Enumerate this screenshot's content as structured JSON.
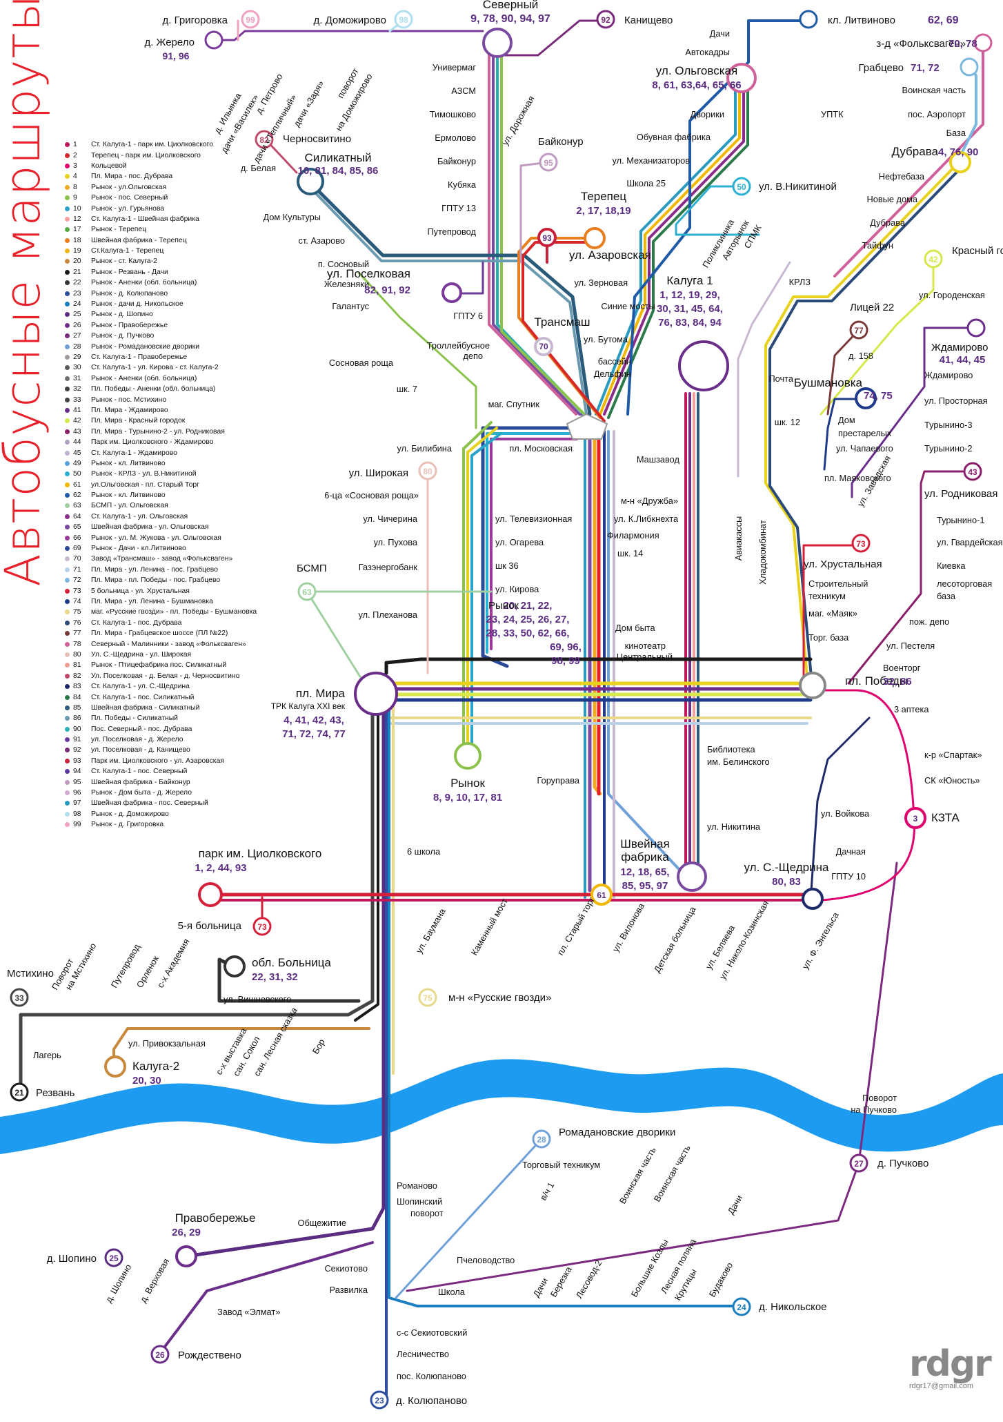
{
  "title": "Автобусные маршруты Калуги",
  "legend": [
    {
      "n": "1",
      "c": "#c2185b",
      "d": "Ст. Калуга-1 - парк им. Циолковского"
    },
    {
      "n": "2",
      "c": "#d62728",
      "d": "Терепец - парк им. Циолковского"
    },
    {
      "n": "3",
      "c": "#e0006e",
      "d": "Кольцевой"
    },
    {
      "n": "4",
      "c": "#e8d21e",
      "d": "Пл. Мира - пос. Дубрава"
    },
    {
      "n": "8",
      "c": "#f0a81e",
      "d": "Рынок - ул.Ольговская"
    },
    {
      "n": "9",
      "c": "#8bc34a",
      "d": "Рынок - пос. Северный"
    },
    {
      "n": "10",
      "c": "#2aa3c9",
      "d": "Рынок - ул. Гурьянова"
    },
    {
      "n": "12",
      "c": "#f2a0a0",
      "d": "Ст. Калуга-1 - Швейная фабрика"
    },
    {
      "n": "17",
      "c": "#56a845",
      "d": "Рынок - Терепец"
    },
    {
      "n": "18",
      "c": "#e87e1e",
      "d": "Швейная фабрика - Терепец"
    },
    {
      "n": "19",
      "c": "#f2b61c",
      "d": "Ст.Калуга-1 - Терепец"
    },
    {
      "n": "20",
      "c": "#c8893c",
      "d": "Рынок - ст. Калуга-2"
    },
    {
      "n": "21",
      "c": "#1a1a1a",
      "d": "Рынок - Резвань - Дачи"
    },
    {
      "n": "22",
      "c": "#333333",
      "d": "Рынок - Аненки (обл. больница)"
    },
    {
      "n": "23",
      "c": "#2b4ea0",
      "d": "Рынок - д. Колюпаново"
    },
    {
      "n": "24",
      "c": "#1a7fc0",
      "d": "Рынок - дачи д. Никольское"
    },
    {
      "n": "25",
      "c": "#5a2d82",
      "d": "Рынок - д. Шопино"
    },
    {
      "n": "26",
      "c": "#6a2d8a",
      "d": "Рынок - Правобережье"
    },
    {
      "n": "27",
      "c": "#7b2a80",
      "d": "Рынок - д. Пучково"
    },
    {
      "n": "28",
      "c": "#6fa0d8",
      "d": "Рынок - Ромадановские дворики"
    },
    {
      "n": "29",
      "c": "#a09aa0",
      "d": "Ст. Калуга-1 - Правобережье"
    },
    {
      "n": "30",
      "c": "#5a5a5a",
      "d": "Ст. Калуга-1 - ул. Кирова - ст. Калуга-2"
    },
    {
      "n": "31",
      "c": "#707070",
      "d": "Рынок - Аненки (обл. больница)"
    },
    {
      "n": "32",
      "c": "#404040",
      "d": "Пл. Победы - Аненки (обл. больница)"
    },
    {
      "n": "33",
      "c": "#444444",
      "d": "Рынок - пос. Мстихино"
    },
    {
      "n": "41",
      "c": "#6a2d8a",
      "d": "Пл. Мира - Ждамирово"
    },
    {
      "n": "42",
      "c": "#d6e84a",
      "d": "Пл. Мира - Красный городок"
    },
    {
      "n": "43",
      "c": "#8a1e6a",
      "d": "Пл. Мира - Турынино-2 - ул. Родниковая"
    },
    {
      "n": "44",
      "c": "#b0a0c0",
      "d": "Парк им. Циолковского - Ждамирово"
    },
    {
      "n": "45",
      "c": "#c0b0d0",
      "d": "Ст. Калуга-1 - Ждамирово"
    },
    {
      "n": "49",
      "c": "#5aa0d8",
      "d": "Рынок - кл. Литвиново"
    },
    {
      "n": "50",
      "c": "#2ab0d0",
      "d": "Рынок - КРЛЗ - ул. В.Никитиной"
    },
    {
      "n": "61",
      "c": "#f0b800",
      "d": "ул.Ольговская - пл. Старый Торг"
    },
    {
      "n": "62",
      "c": "#1e5aa8",
      "d": "Рынок - кл. Литвиново"
    },
    {
      "n": "63",
      "c": "#a0d0a0",
      "d": "БСМП - ул. Ольговская"
    },
    {
      "n": "64",
      "c": "#8a2d8a",
      "d": "Ст. Калуга-1 - ул. Ольговская"
    },
    {
      "n": "65",
      "c": "#7a4aa0",
      "d": "Швейная фабрика - ул. Ольговская"
    },
    {
      "n": "66",
      "c": "#9a3a9a",
      "d": "Рынок - ул. М. Жукова - ул. Ольговская"
    },
    {
      "n": "69",
      "c": "#2a4a9a",
      "d": "Рынок - Дачи - кл.Литвиново"
    },
    {
      "n": "70",
      "c": "#c8b8d0",
      "d": "Завод «Трансмаш» - завод «Фольксваген»"
    },
    {
      "n": "71",
      "c": "#b8d0e8",
      "d": "Пл. Мира - ул. Ленина - пос. Грабцево"
    },
    {
      "n": "72",
      "c": "#7ab8e0",
      "d": "Пл. Мира - пл. Победы - пос. Грабцево"
    },
    {
      "n": "73",
      "c": "#d6203a",
      "d": "5 больница - ул. Хрустальная"
    },
    {
      "n": "74",
      "c": "#1e3a8a",
      "d": "Пл. Мира - ул. Ленина - Бушмановка"
    },
    {
      "n": "75",
      "c": "#e8d88a",
      "d": "маг. «Русские гвозди» - пл. Победы - Бушмановка"
    },
    {
      "n": "76",
      "c": "#2a4a7a",
      "d": "Ст. Калуга-1 - пос. Дубрава"
    },
    {
      "n": "77",
      "c": "#7a3a3a",
      "d": "Пл. Мира - Грабцевское шоссе (ПЛ №22)"
    },
    {
      "n": "78",
      "c": "#d0609a",
      "d": "Северный - Малинники - завод «Фольксваген»"
    },
    {
      "n": "80",
      "c": "#e8c0b8",
      "d": "Ул. С.-Щедрина - ул. Широкая"
    },
    {
      "n": "81",
      "c": "#f0a090",
      "d": "Рынок - Птицефабрика пос. Силикатный"
    },
    {
      "n": "82",
      "c": "#c04a6a",
      "d": "Ул. Поселковая - д. Белая - д. Черносвитино"
    },
    {
      "n": "83",
      "c": "#1e2a6a",
      "d": "Ст. Калуга-1 - ул. С.-Щедрина"
    },
    {
      "n": "84",
      "c": "#2a7a4a",
      "d": "Ст. Калуга-1 - пос. Силикатный"
    },
    {
      "n": "85",
      "c": "#2a5a7a",
      "d": "Швейная фабрика - Силикатный"
    },
    {
      "n": "86",
      "c": "#6a9ab0",
      "d": "Пл. Победы - Силикатный"
    },
    {
      "n": "90",
      "c": "#2ab0b0",
      "d": "Пос. Северный - пос. Дубрава"
    },
    {
      "n": "91",
      "c": "#6a3a9a",
      "d": "ул. Поселковая - д. Жерело"
    },
    {
      "n": "92",
      "c": "#7a2a7a",
      "d": "ул. Поселковая - д. Канищево"
    },
    {
      "n": "93",
      "c": "#c8203a",
      "d": "Парк им. Циолковского - ул. Азаровская"
    },
    {
      "n": "94",
      "c": "#5a3aa0",
      "d": "Ст. Калуга-1 - пос. Северный"
    },
    {
      "n": "95",
      "c": "#c09ac0",
      "d": "Швейная фабрика - Байконур"
    },
    {
      "n": "96",
      "c": "#d0a8d0",
      "d": "Рынок - Дом быта - д. Жерело"
    },
    {
      "n": "97",
      "c": "#2a9ac0",
      "d": "Швейная фабрика - пос. Северный"
    },
    {
      "n": "98",
      "c": "#b0e0f0",
      "d": "Рынок - д. Доможирово"
    },
    {
      "n": "99",
      "c": "#f0a0c0",
      "d": "Рынок - д. Григоровка"
    }
  ],
  "terminals": [
    {
      "id": "grigorovka",
      "name": "д. Григоровка",
      "route": "99",
      "color": "#f0a0c0"
    },
    {
      "id": "domozhirovo",
      "name": "д. Доможирово",
      "route": "98",
      "color": "#b0e0f0"
    },
    {
      "id": "kanishchevo",
      "name": "Канищево",
      "route": "92",
      "color": "#7a2a7a"
    },
    {
      "id": "zherelo",
      "name": "д. Жерело",
      "color": "#7a3a9a"
    },
    {
      "id": "litvinovo",
      "name": "кл. Литвиново",
      "color": "#1e5aa8"
    },
    {
      "id": "vw",
      "name": "з-д «Фольксваген»",
      "color": "#d0609a"
    },
    {
      "id": "grabtsevo",
      "name": "Грабцево",
      "color": "#7ab8e0"
    },
    {
      "id": "chernosvitino",
      "name": "Черносвитино",
      "route": "82",
      "color": "#c04a6a"
    },
    {
      "id": "baikonur",
      "name": "Байконур",
      "route": "95",
      "color": "#c09ac0"
    },
    {
      "id": "v-nikitinoy",
      "name": "ул. В.Никитиной",
      "route": "50",
      "color": "#2ab0d0"
    },
    {
      "id": "krasny-gorodok",
      "name": "Красный городок",
      "route": "42",
      "color": "#d6e84a"
    },
    {
      "id": "litsey22",
      "name": "Лицей 22",
      "route": "77",
      "color": "#7a3a3a"
    },
    {
      "id": "zhdamirovo",
      "name": "Ждамирово",
      "color": "#6a2d8a"
    },
    {
      "id": "shirokaya",
      "name": "ул. Широкая",
      "route": "80",
      "color": "#e8c0b8"
    },
    {
      "id": "bsmp",
      "name": "БСМП",
      "route": "63",
      "color": "#a0d0a0"
    },
    {
      "id": "rodnikovaya",
      "name": "ул. Родниковая",
      "route": "43",
      "color": "#8a1e6a"
    },
    {
      "id": "khrustalnaya",
      "name": "ул. Хрустальная",
      "route": "73",
      "color": "#d6203a"
    },
    {
      "id": "5-bolnitsa",
      "name": "5-я больница",
      "route": "73",
      "color": "#d6203a"
    },
    {
      "id": "russkie-gvozdi",
      "name": "м-н «Русские гвозди»",
      "route": "75",
      "color": "#e8d88a"
    },
    {
      "id": "mstikhino",
      "name": "Мстихино",
      "route": "33",
      "color": "#444444"
    },
    {
      "id": "rezvan",
      "name": "Резвань",
      "route": "21",
      "color": "#1a1a1a"
    },
    {
      "id": "romadanovskie",
      "name": "Ромадановские дворики",
      "route": "28",
      "color": "#6fa0d8"
    },
    {
      "id": "puchkovo",
      "name": "д. Пучково",
      "route": "27",
      "color": "#7b2a80"
    },
    {
      "id": "shopino",
      "name": "д. Шопино",
      "route": "25",
      "color": "#5a2d82"
    },
    {
      "id": "nikolskoe",
      "name": "д. Никольское",
      "route": "24",
      "color": "#1a7fc0"
    },
    {
      "id": "rozhdestveno",
      "name": "Рождествено",
      "route": "26",
      "color": "#6a2d8a"
    },
    {
      "id": "kolyupanovo",
      "name": "д. Колюпаново",
      "route": "23",
      "color": "#2b4ea0"
    }
  ],
  "hubs": {
    "severny": {
      "name": "Северный",
      "routes": "9, 78, 90, 94, 97"
    },
    "olgovskaya": {
      "name": "ул. Ольговская",
      "routes": "8, 61, 63,64, 65, 66"
    },
    "silikatny": {
      "name": "Силикатный",
      "routes": "10, 81, 84, 85, 86"
    },
    "terepets": {
      "name": "Терепец",
      "routes": "2, 17, 18,19"
    },
    "azarovskaya": {
      "name": "ул. Азаровская",
      "route": "93"
    },
    "poselkovaya": {
      "name": "ул. Поселковая",
      "routes": "82, 91, 92"
    },
    "kaluga1": {
      "name": "Калуга 1",
      "routes_1": "1, 12, 19, 29,",
      "routes_2": "30, 31, 45, 64,",
      "routes_3": "76, 83, 84, 94"
    },
    "dubrava": {
      "name": "Дубрава",
      "routes": "4, 76, 90"
    },
    "bushmanovka": {
      "name": "Бушмановка",
      "routes": "74, 75"
    },
    "transmash": {
      "name": "Трансмаш",
      "route": "70"
    },
    "zhdamirovo": {
      "routes": "41, 44, 45"
    },
    "zherelo": {
      "routes": "91, 96"
    },
    "litvinovo": {
      "routes": "62, 69"
    },
    "vw": {
      "routes": "70, 78"
    },
    "grabtsevo": {
      "routes": "71, 72"
    },
    "rynok_center": {
      "name": "Рынок",
      "routes_1": "20, 21, 22,",
      "routes_2": "23, 24, 25, 26, 27,",
      "routes_3": "28, 33, 50, 62, 66,",
      "routes_4": "69, 96,",
      "routes_5": "98, 99"
    },
    "pl_mira": {
      "name": "пл. Мира",
      "sub": "ТРК Калуга XXI век",
      "routes_1": "4, 41, 42, 43,",
      "routes_2": "71, 72, 74, 77"
    },
    "pl_pobedy": {
      "name": "пл. Победы",
      "routes": "32, 86"
    },
    "rynok_south": {
      "name": "Рынок",
      "routes": "8, 9, 10, 17, 81"
    },
    "park_tsiolk": {
      "name": "парк им. Циолковского",
      "routes": "1, 2, 44, 93"
    },
    "shveinaya": {
      "name_1": "Швейная",
      "name_2": "фабрика",
      "routes_1": "12, 18, 65,",
      "routes_2": "85, 95, 97"
    },
    "s_shchedrina": {
      "name": "ул. С.-Щедрина",
      "routes": "80, 83"
    },
    "kzta": {
      "name": "КЗТА",
      "route": "3"
    },
    "stary_torg": {
      "route": "61"
    },
    "obl_bolnitsa": {
      "name": "обл. Больница",
      "routes": "22, 31, 32"
    },
    "kaluga2": {
      "name": "Калуга-2",
      "routes": "20, 30"
    },
    "pravoberezhye": {
      "name": "Правобережье",
      "routes": "26, 29"
    }
  },
  "stops": [
    "д. Ильинка",
    "дачи «Василек»",
    "д. Петрово",
    "дачи «Тепличный»",
    "дачи «Заря»",
    "поворот",
    "на Доможирово",
    "Универмаг",
    "АЗСМ",
    "Тимошково",
    "Ермолово",
    "Байконур",
    "Кубяка",
    "ГПТУ 13",
    "Путепровод",
    "ул. Дорожная",
    "Дачи",
    "Автокадры",
    "Дворики",
    "Обувная фабрика",
    "ул. Механизаторов",
    "Школа 25",
    "УПТК",
    "Воинская часть",
    "пос. Аэропорт",
    "База",
    "Нефтебаза",
    "Новые дома",
    "Дубрава",
    "Тайфун",
    "КРЛЗ",
    "Поликлиника",
    "Авторынок",
    "СПМК",
    "д. Белая",
    "Дом Культуры",
    "ст. Азарово",
    "п. Сосновый",
    "Железняки",
    "Галантус",
    "ГПТУ 6",
    "ул. Зерновая",
    "Синие мосты",
    "ул. Бутома",
    "бассейн",
    "Дельфин",
    "Троллейбусное",
    "депо",
    "Сосновая роща",
    "шк. 7",
    "маг. Спутник",
    "ул. Городенская",
    "д. 158",
    "ул. Просторная",
    "Ждамирово",
    "Турынино-3",
    "Турынино-2",
    "Почта",
    "шк. 12",
    "Дом",
    "престарелых",
    "ул. Чапаевого",
    "ул. Билибина",
    "пл. Московская",
    "Машзавод",
    "пл. Маяковского",
    "6-ца «Сосновая роща»",
    "ул. Чичерина",
    "ул. Пухова",
    "Газэнергобанк",
    "ул. Плеханова",
    "ул. Телевизионная",
    "ул. Огарева",
    "шк 36",
    "ул. Кирова",
    "м-н «Дружба»",
    "ул. К.Либкнехта",
    "Филармония",
    "шк. 14",
    "Дом быта",
    "кинотеатр",
    "Центральный",
    "Авиакассы",
    "Хладокомбинат",
    "ул. Заводская",
    "Строительный",
    "техникум",
    "маг. «Маяк»",
    "Торг. база",
    "Турынино-1",
    "ул. Гвардейская",
    "Киевка",
    "лесоторговая",
    "база",
    "пож. депо",
    "ул. Пестеля",
    "Военторг",
    "3 аптека",
    "к-р «Спартак»",
    "СК «Юность»",
    "Библиотека",
    "им. Белинского",
    "Горуправа",
    "ул. Никитина",
    "ул. Войкова",
    "Дачная",
    "ГПТУ 10",
    "6 школа",
    "ул. Баумана",
    "Каменный мост",
    "пл. Старый торг",
    "ул. Вилонова",
    "Детская больница",
    "ул. Беляева",
    "ул. Николо-Козинская",
    "ул. Ф. Энгельса",
    "Поворот",
    "на Мстихино",
    "Путепровод",
    "Орленок",
    "с-х Академия",
    "ул. Вишневского",
    "Лагерь",
    "ул. Привокзальная",
    "с-х выставка",
    "сан. Сокол",
    "сан. Лесная сказка",
    "Бор",
    "Поворот",
    "на Пучково",
    "Торговый техникум",
    "в/ч 1",
    "Воинская часть",
    "Дачи",
    "Романово",
    "Шопинский",
    "поворот",
    "Общежитие",
    "Пчеловодство",
    "Секиотово",
    "Развилка",
    "Школа",
    "Дачи",
    "Березка",
    "Лесовод-2",
    "Большие Козлы",
    "Лесная поляна",
    "Крутицы",
    "Будаково",
    "д. Шопино",
    "д. Верховая",
    "Завод «Элмат»",
    "с-с Секиотовский",
    "Лесничество",
    "пос. Колюпаново",
    "Воинская часть"
  ],
  "river_color": "#1d9bf0",
  "brand": {
    "logo": "rdgr",
    "email": "rdgr17@gmail.com"
  }
}
